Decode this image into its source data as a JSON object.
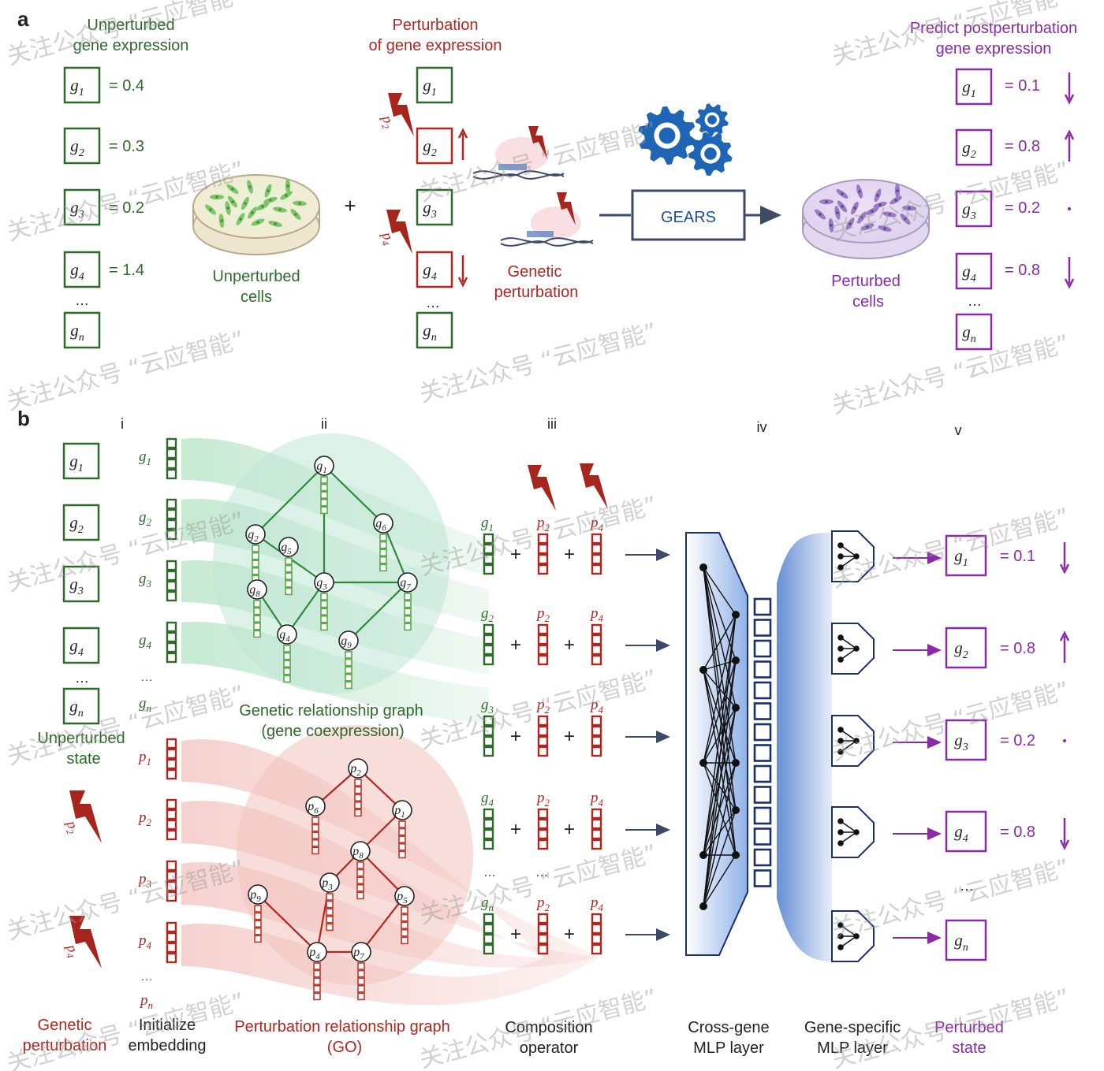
{
  "colors": {
    "green": "#2e6b2a",
    "green_light": "#4f9a3c",
    "red": "#b0271f",
    "purple": "#8a2aa8",
    "navy": "#1a2f6b",
    "blue": "#2a62c4",
    "gears": "#1e66b5",
    "ink": "#222222"
  },
  "panel_a": {
    "label": "a",
    "unperturbed_title": [
      "Unperturbed",
      "gene expression"
    ],
    "perturbation_title": [
      "Perturbation",
      "of gene expression"
    ],
    "predict_title": [
      "Predict postperturbation",
      "gene expression"
    ],
    "genes": [
      {
        "sym": "g",
        "sub": "1"
      },
      {
        "sym": "g",
        "sub": "2"
      },
      {
        "sym": "g",
        "sub": "3"
      },
      {
        "sym": "g",
        "sub": "4"
      },
      {
        "sym": "g",
        "sub": "n"
      }
    ],
    "ellipsis": "…",
    "unperturbed_values": [
      "= 0.4",
      "= 0.3",
      "= 0.2",
      "= 1.4"
    ],
    "predicted_values": [
      "= 0.1",
      "= 0.8",
      "= 0.2",
      "= 0.8"
    ],
    "predicted_arrows": [
      "down",
      "up",
      "dot",
      "down"
    ],
    "perturbed_arrows": [
      "none",
      "up",
      "none",
      "down"
    ],
    "bolt_labels": [
      {
        "sym": "p",
        "sub": "2"
      },
      {
        "sym": "p",
        "sub": "4"
      }
    ],
    "unperturbed_cells": [
      "Unperturbed",
      "cells"
    ],
    "perturbed_cells": [
      "Perturbed",
      "cells"
    ],
    "genetic_perturbation": [
      "Genetic",
      "perturbation"
    ],
    "plus": "+",
    "gears_label": "GEARS"
  },
  "panel_b": {
    "label": "b",
    "columns": [
      "i",
      "ii",
      "iii",
      "iv",
      "v"
    ],
    "unperturbed_state": [
      "Unperturbed",
      "state"
    ],
    "genetic_perturbation": [
      "Genetic",
      "perturbation"
    ],
    "initialize_embedding": [
      "Initialize",
      "embedding"
    ],
    "genetic_graph_title": [
      "Genetic relationship graph",
      "(gene coexpression)"
    ],
    "perturbation_graph_title": [
      "Perturbation relationship graph",
      "(GO)"
    ],
    "composition_operator": [
      "Composition",
      "operator"
    ],
    "cross_gene": [
      "Cross-gene",
      "MLP layer"
    ],
    "gene_specific": [
      "Gene-specific",
      "MLP layer"
    ],
    "perturbed_state": [
      "Perturbed",
      "state"
    ],
    "gene_embed_labels": [
      "1",
      "2",
      "3",
      "4",
      "n"
    ],
    "pert_embed_labels": [
      "1",
      "2",
      "3",
      "4",
      "n"
    ],
    "gene_graph_nodes": [
      "1",
      "2",
      "3",
      "4",
      "5",
      "6",
      "7",
      "8",
      "9"
    ],
    "pert_graph_nodes": [
      "1",
      "2",
      "3",
      "4",
      "5",
      "6",
      "7",
      "8",
      "9"
    ],
    "composition_rows": [
      "1",
      "2",
      "3",
      "4",
      "n"
    ],
    "composition_terms": [
      "2",
      "4"
    ],
    "output_values": [
      "= 0.1",
      "= 0.8",
      "= 0.2",
      "= 0.8"
    ],
    "output_arrows": [
      "down",
      "up",
      "dot",
      "down"
    ]
  },
  "watermark": [
    "关注公众号 “云应智能”"
  ]
}
